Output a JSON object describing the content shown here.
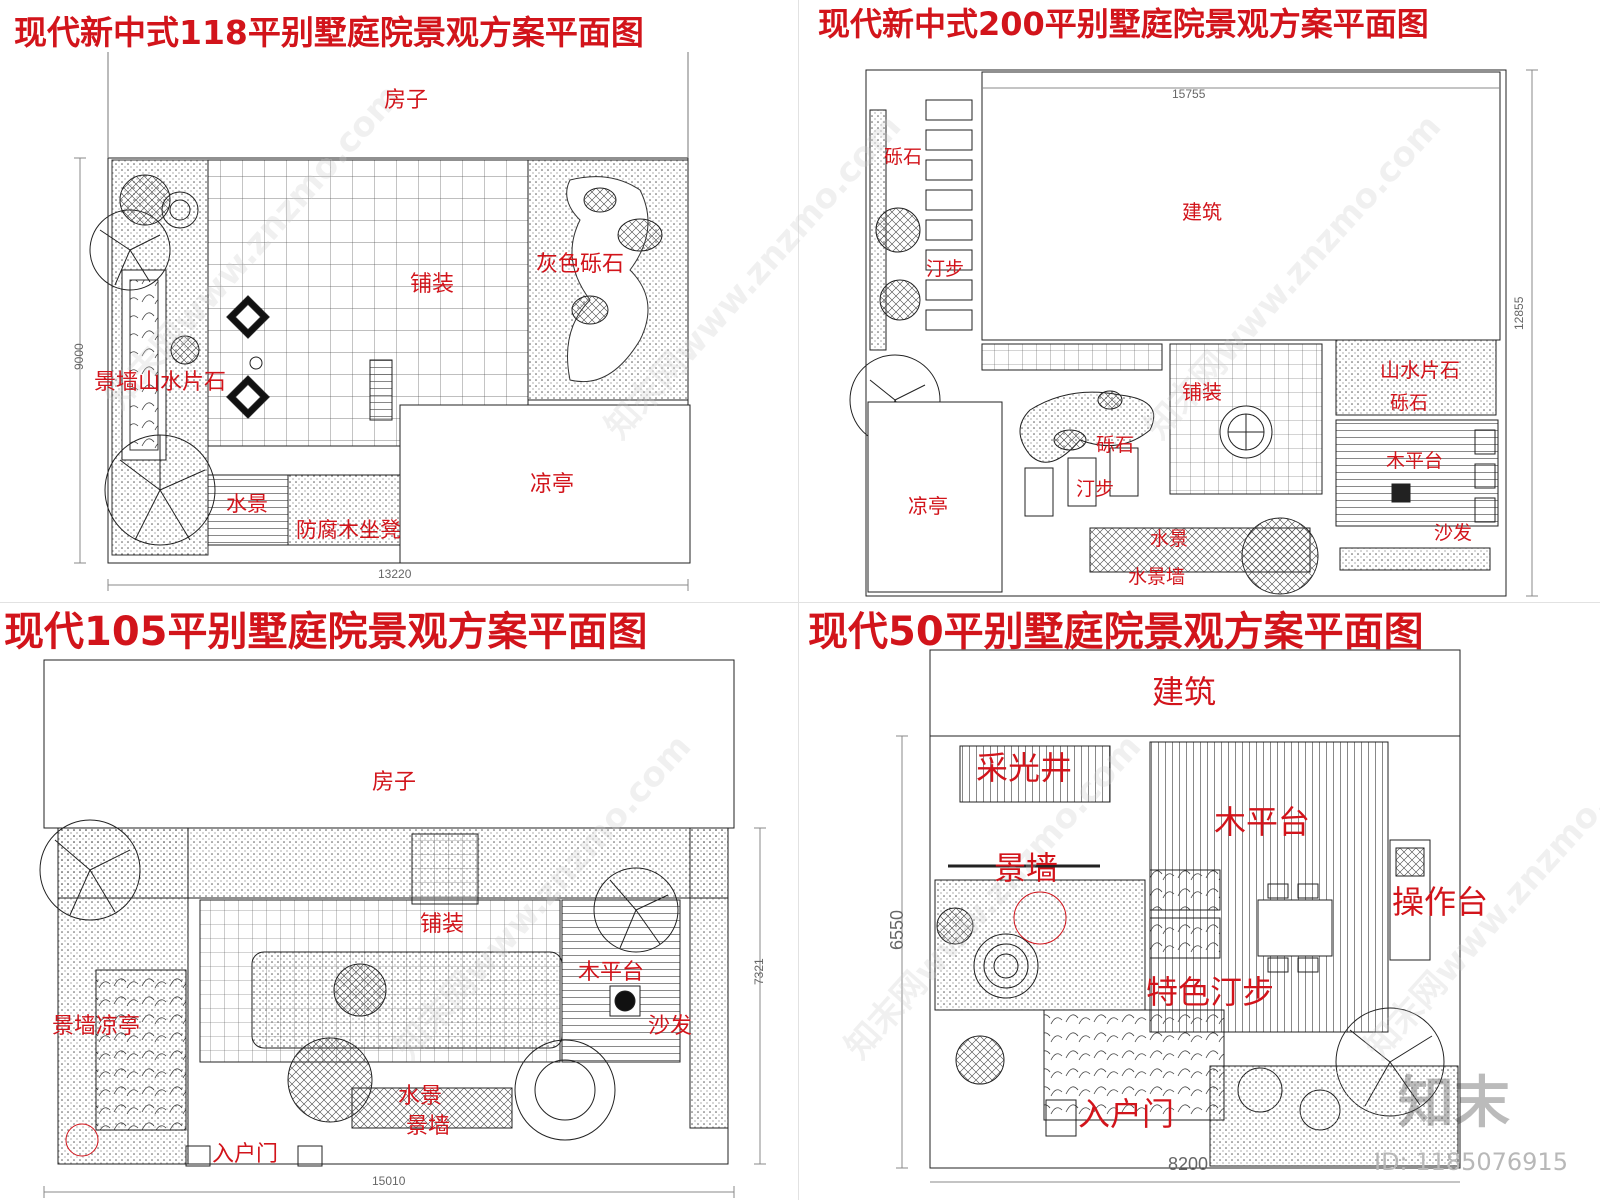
{
  "plans": {
    "p1": {
      "title": "现代新中式118平别墅庭院景观方案平面图",
      "labels": {
        "house": "房子",
        "paving": "铺装",
        "gravel": "灰色砾石",
        "wall_rock": "景墙山水片石",
        "pavilion": "凉亭",
        "water": "水景",
        "bench": "防腐木坐凳"
      },
      "dims": {
        "height": "9000",
        "width": "13220"
      }
    },
    "p2": {
      "title": "现代新中式200平别墅庭院景观方案平面图",
      "labels": {
        "gravel_left": "砾石",
        "stepping_left": "汀步",
        "building": "建筑",
        "paving": "铺装",
        "rock": "山水片石",
        "gravel_right": "砾石",
        "gravel_mid": "砾石",
        "stepping_mid": "汀步",
        "deck": "木平台",
        "pavilion": "凉亭",
        "water": "水景",
        "water_wall": "水景墙",
        "sofa": "沙发"
      },
      "dims": {
        "width": "15755",
        "height": "12855"
      }
    },
    "p3": {
      "title": "现代105平别墅庭院景观方案平面图",
      "labels": {
        "house": "房子",
        "paving": "铺装",
        "deck": "木平台",
        "wall_pavilion": "景墙凉亭",
        "sofa": "沙发",
        "water": "水景",
        "wall": "景墙",
        "entry": "入户门"
      },
      "dims": {
        "height": "7321",
        "width": "15010"
      }
    },
    "p4": {
      "title": "现代50平别墅庭院景观方案平面图",
      "labels": {
        "building": "建筑",
        "lightwell": "采光井",
        "deck": "木平台",
        "wall": "景墙",
        "counter": "操作台",
        "stepping": "特色汀步",
        "entry": "入户门"
      },
      "dims": {
        "height": "6550",
        "width": "8200"
      }
    }
  },
  "watermark": {
    "text": "知末网www.znzmo.com"
  },
  "brand": {
    "logo_text": "知末",
    "id_text": "ID: 1185076915"
  },
  "colors": {
    "label_red": "#d2141b",
    "line": "#222222",
    "dim_line": "#888888"
  }
}
